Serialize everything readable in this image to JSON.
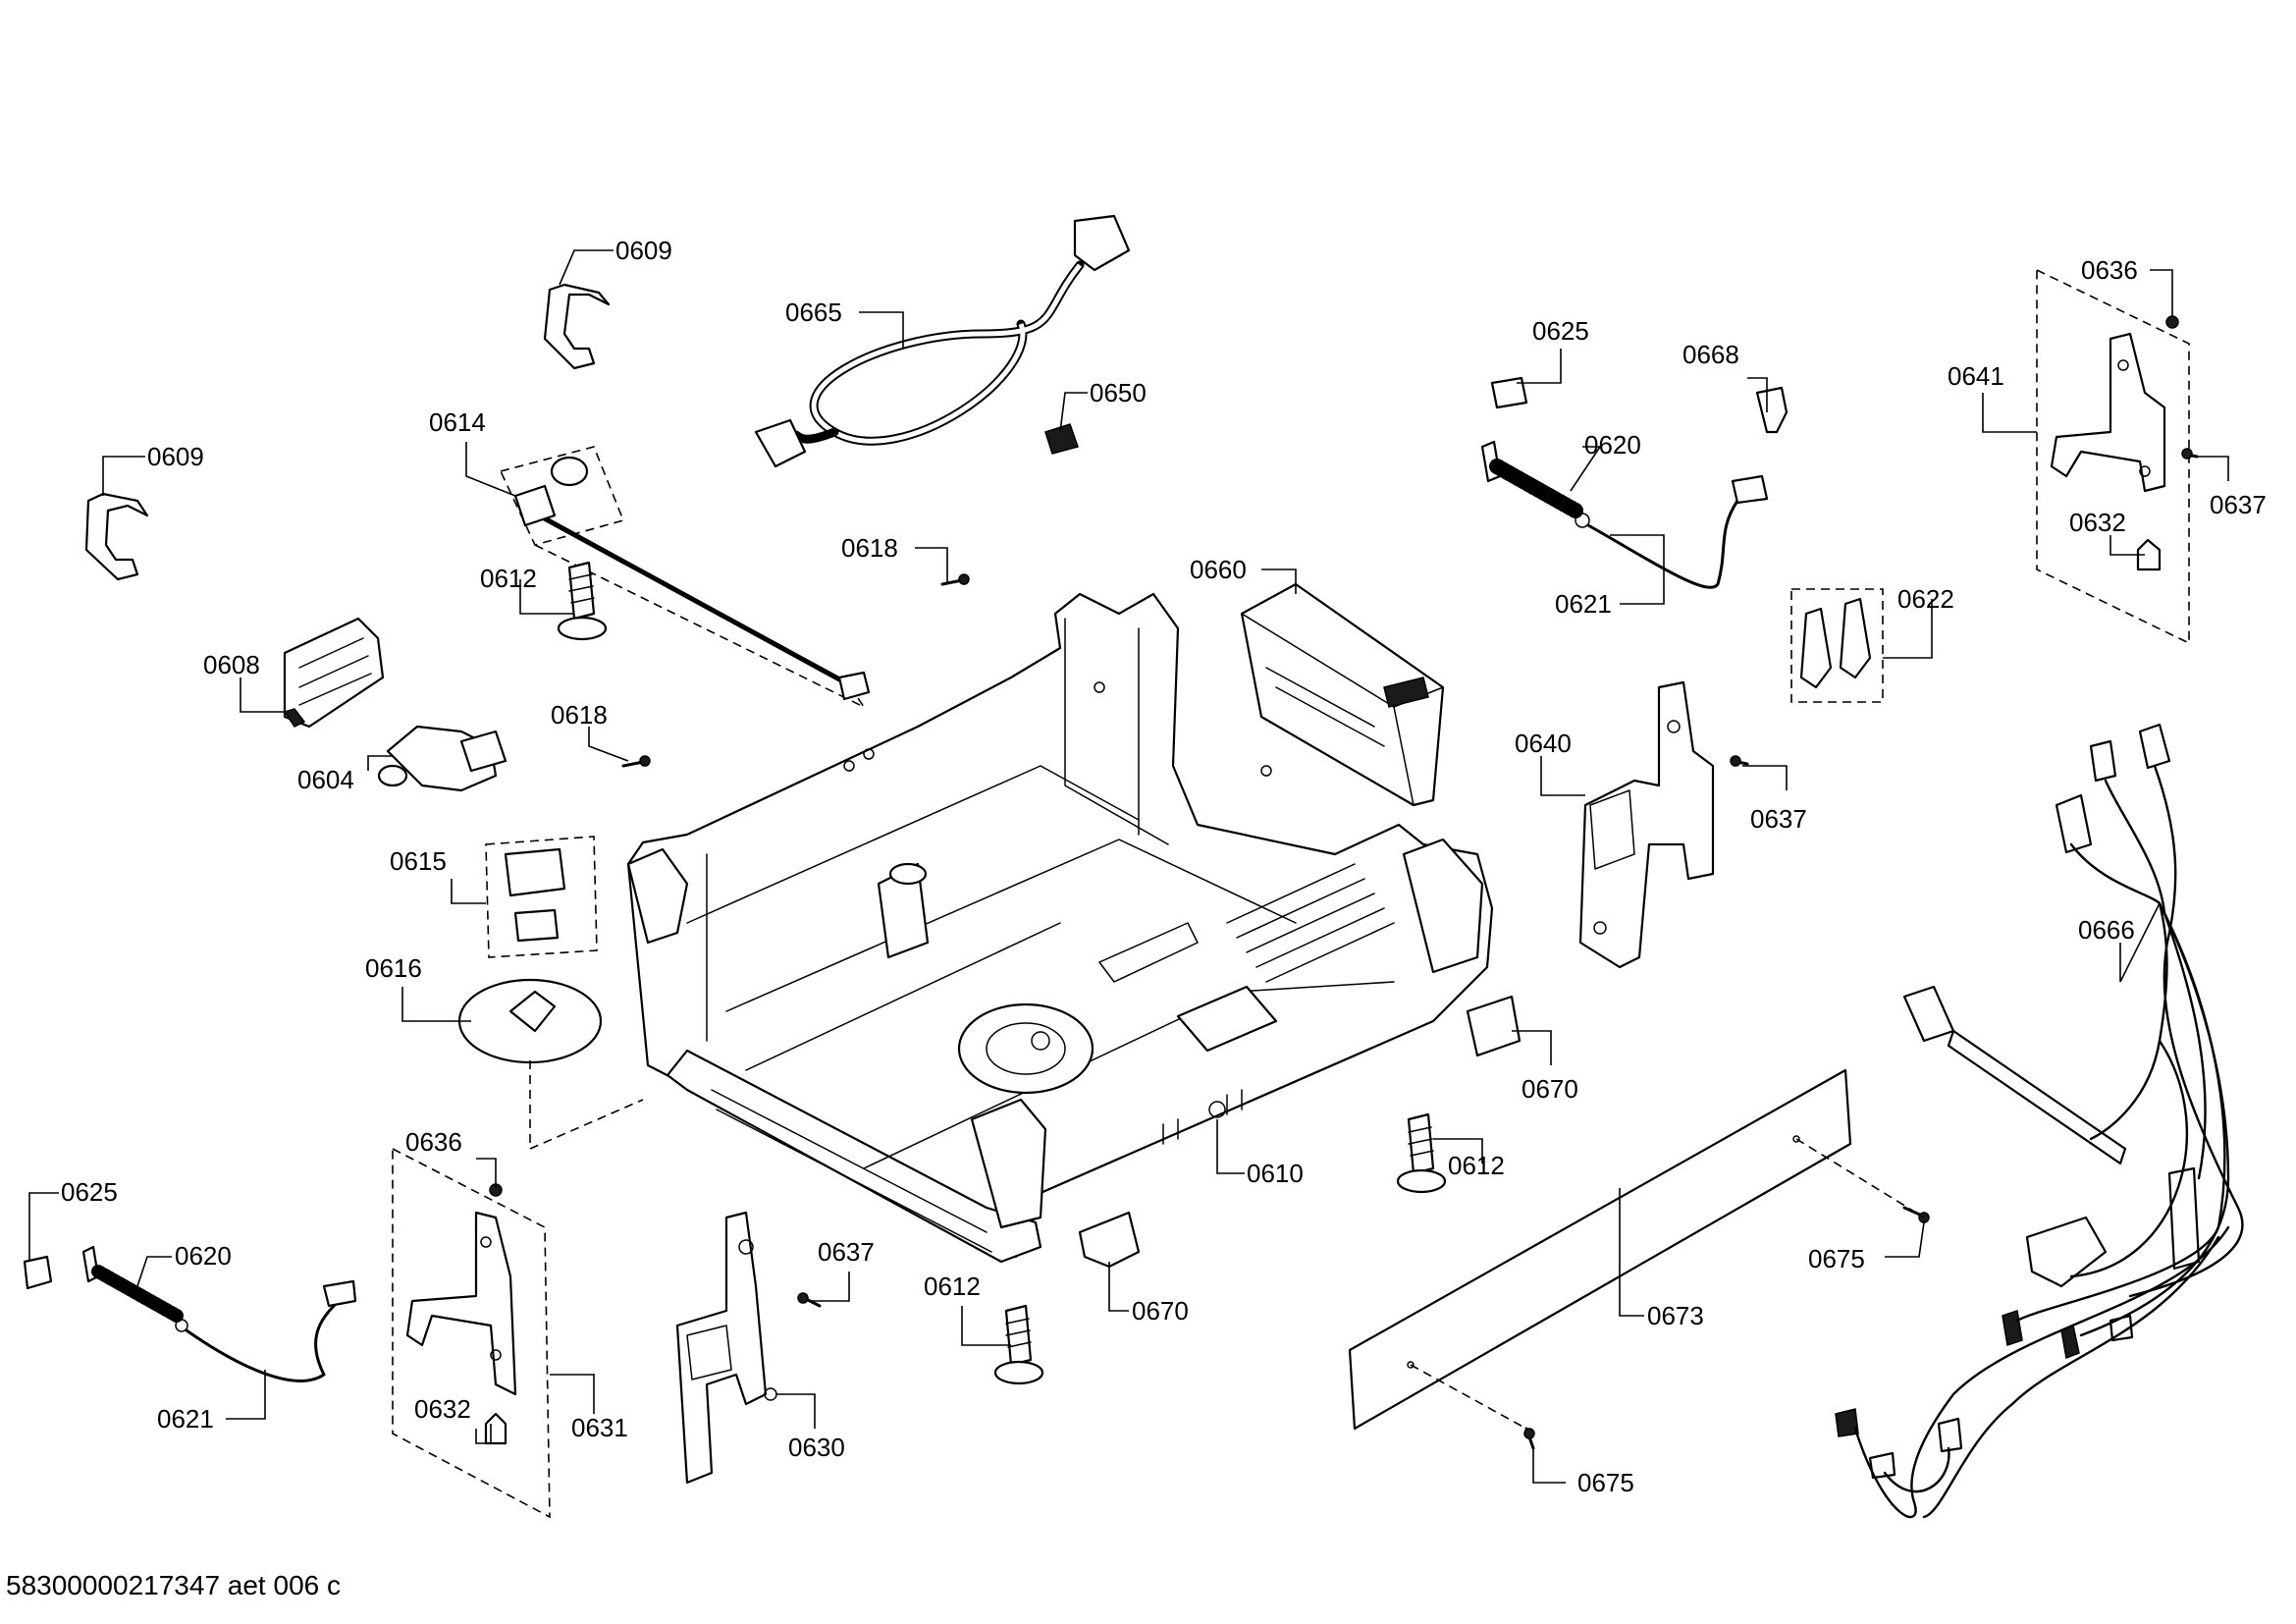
{
  "footer_text": "58300000217347 aet 006 c",
  "labels": {
    "p0609a": "0609",
    "p0609b": "0609",
    "p0665": "0665",
    "p0650": "0650",
    "p0614": "0614",
    "p0612a": "0612",
    "p0618a": "0618",
    "p0608": "0608",
    "p0604": "0604",
    "p0618b": "0618",
    "p0615": "0615",
    "p0616": "0616",
    "p0636a": "0636",
    "p0625a": "0625",
    "p0620a": "0620",
    "p0621a": "0621",
    "p0632a": "0632",
    "p0631": "0631",
    "p0637a": "0637",
    "p0630": "0630",
    "p0612b": "0612",
    "p0670a": "0670",
    "p0610": "0610",
    "p0660": "0660",
    "p0625b": "0625",
    "p0668": "0668",
    "p0620b": "0620",
    "p0621b": "0621",
    "p0622": "0622",
    "p0640": "0640",
    "p0637b": "0637",
    "p0670b": "0670",
    "p0612c": "0612",
    "p0636b": "0636",
    "p0641": "0641",
    "p0637c": "0637",
    "p0632b": "0632",
    "p0666": "0666",
    "p0673": "0673",
    "p0675a": "0675",
    "p0675b": "0675"
  }
}
